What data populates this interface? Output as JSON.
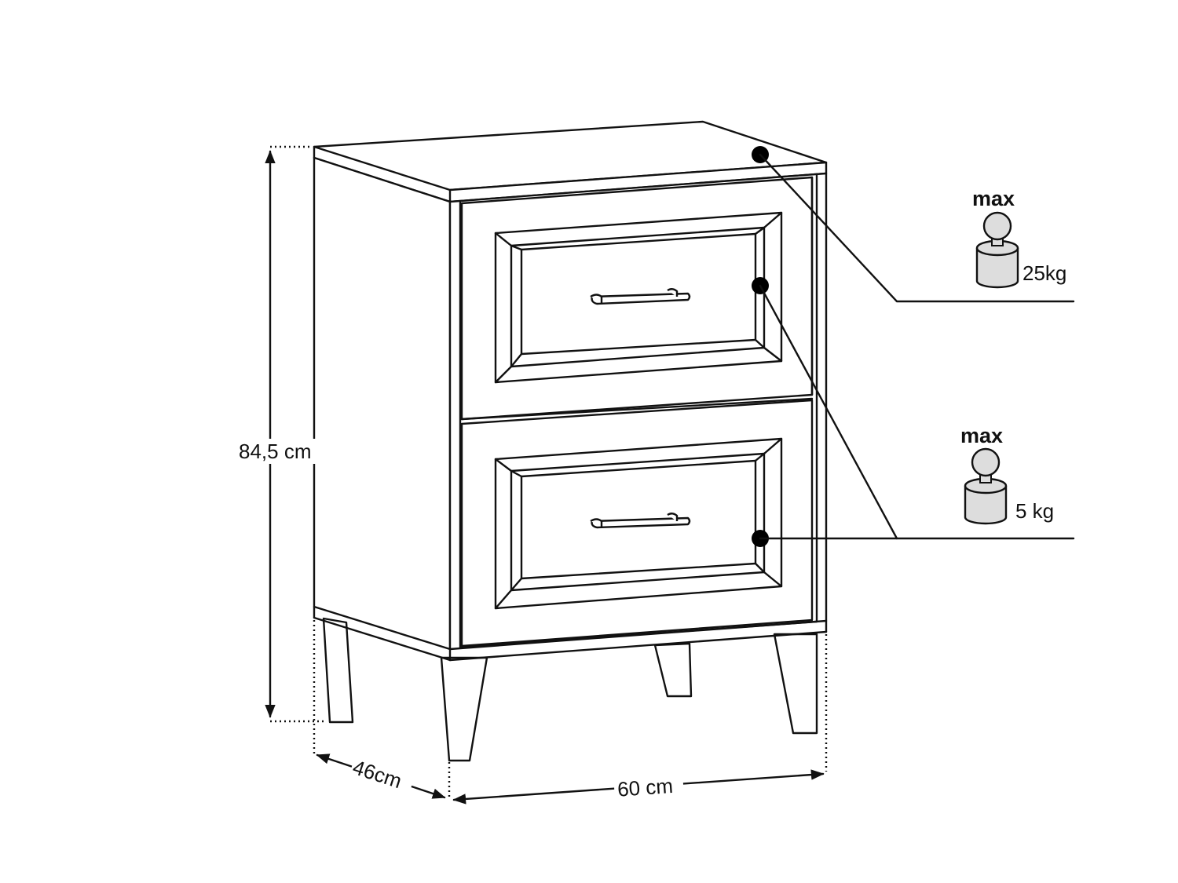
{
  "dimensions": {
    "height": "84,5 cm",
    "depth": "46cm",
    "width": "60 cm"
  },
  "loads": {
    "top": {
      "label": "max",
      "value": "25kg"
    },
    "drawer": {
      "label": "max",
      "value": "5 kg"
    }
  }
}
